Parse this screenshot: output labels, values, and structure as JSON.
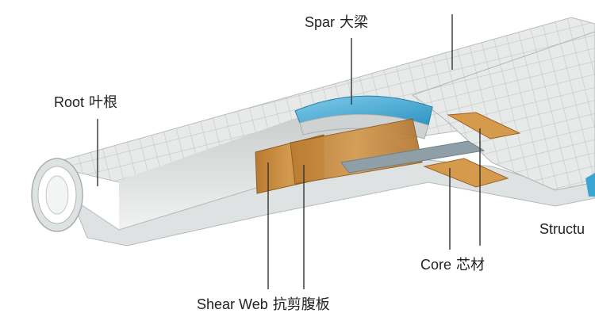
{
  "labels": {
    "spar": {
      "en": "Spar",
      "zh": "大梁"
    },
    "root": {
      "en": "Root",
      "zh": "叶根"
    },
    "core": {
      "en": "Core",
      "zh": "芯材"
    },
    "shear_web": {
      "en": "Shear Web",
      "zh": "抗剪腹板"
    },
    "structural": {
      "en": "Structu"
    }
  },
  "colors": {
    "shell": "#e4e6e6",
    "shell_shadow": "#b9bcbc",
    "mesh": "#bfc3c3",
    "spar_cap": "#3ca6d2",
    "wood": "#c88a3c",
    "wood_dark": "#a86c26",
    "leader": "#333333"
  }
}
